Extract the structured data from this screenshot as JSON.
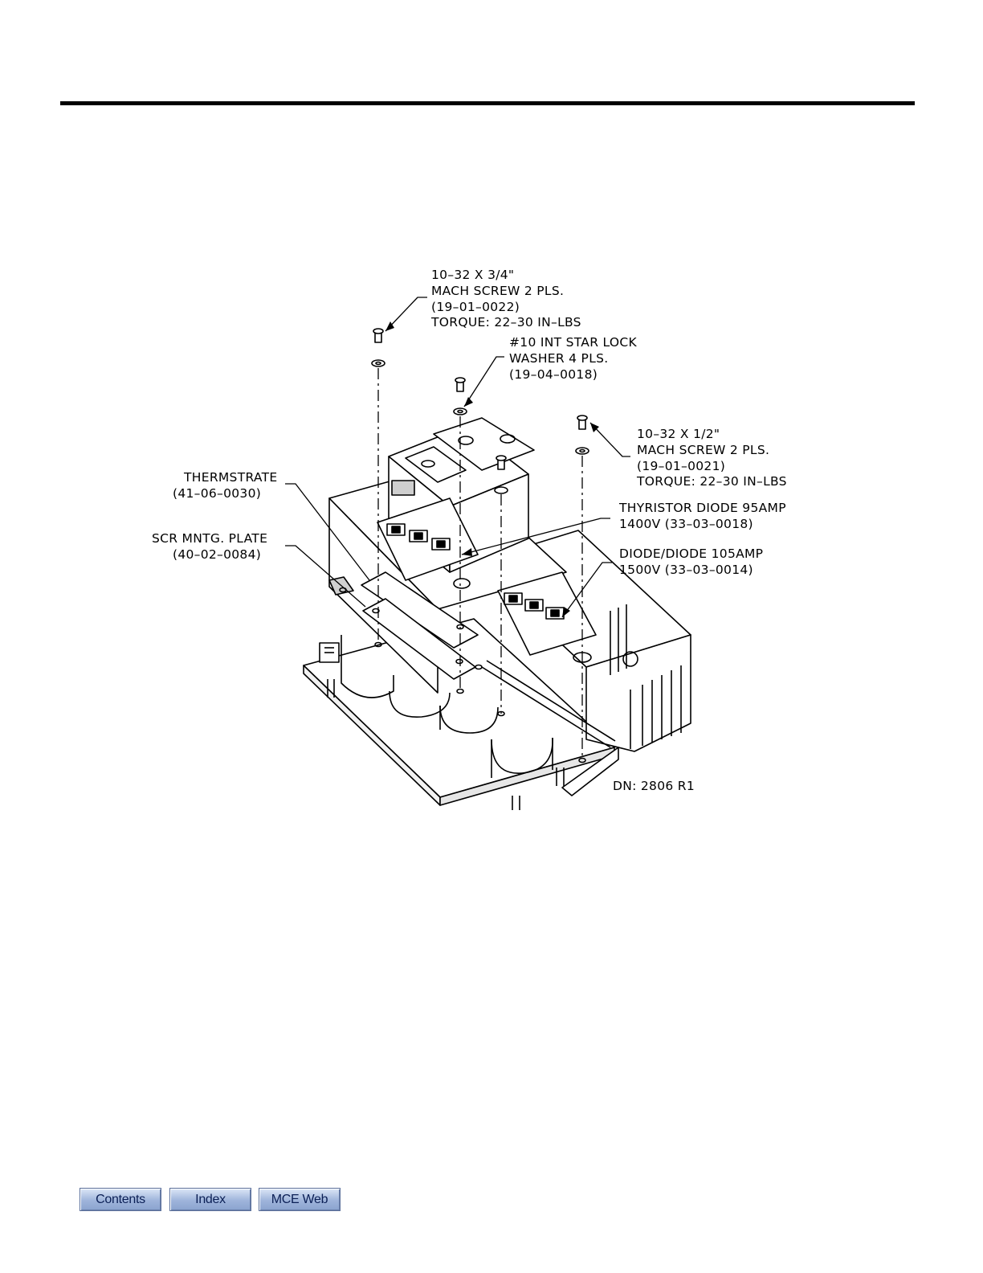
{
  "labels": {
    "screw_34": [
      "10–32 X 3/4\"",
      "MACH SCREW 2 PLS.",
      "(19–01–0022)",
      "TORQUE: 22–30 IN–LBS"
    ],
    "washer": [
      "#10 INT STAR LOCK",
      "WASHER 4 PLS.",
      "(19–04–0018)"
    ],
    "screw_12": [
      "10–32 X 1/2\"",
      "MACH SCREW 2 PLS.",
      "(19–01–0021)",
      "TORQUE: 22–30 IN–LBS"
    ],
    "thermstrate": [
      "THERMSTRATE",
      "(41–06–0030)"
    ],
    "thyristor": [
      "THYRISTOR DIODE 95AMP",
      "1400V (33–03–0018)"
    ],
    "scr_plate": [
      "SCR MNTG. PLATE",
      "(40–02–0084)"
    ],
    "diode": [
      "DIODE/DIODE 105AMP",
      "1500V (33–03–0014)"
    ],
    "drawing_number": "DN: 2806 R1"
  },
  "nav": {
    "contents": "Contents",
    "index": "Index",
    "web": "MCE Web"
  }
}
